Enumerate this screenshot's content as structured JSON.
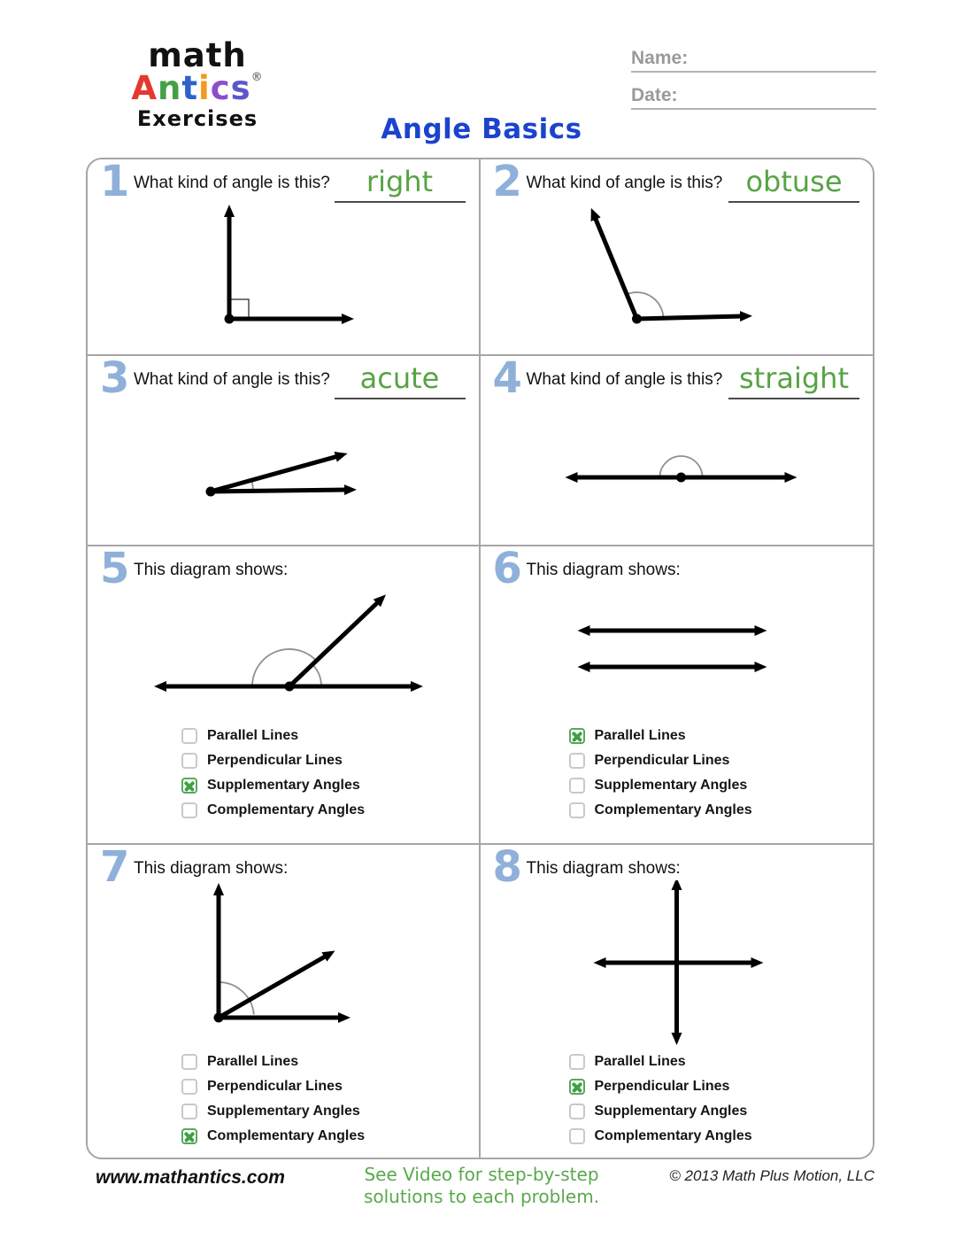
{
  "logo": {
    "word1": "math",
    "antics_letters": [
      "A",
      "n",
      "t",
      "i",
      "c",
      "s"
    ],
    "registered": "®",
    "subtitle": "Exercises"
  },
  "fields": {
    "name_label": "Name:",
    "date_label": "Date:"
  },
  "title": "Angle Basics",
  "questions": [
    {
      "number": "1",
      "prompt": "What kind of angle is this?",
      "answer": "right"
    },
    {
      "number": "2",
      "prompt": "What kind of angle is this?",
      "answer": "obtuse"
    },
    {
      "number": "3",
      "prompt": "What kind of angle is this?",
      "answer": "acute"
    },
    {
      "number": "4",
      "prompt": "What kind of angle is this?",
      "answer": "straight"
    },
    {
      "number": "5",
      "prompt": "This diagram shows:",
      "options": [
        {
          "label": "Parallel Lines",
          "checked": false
        },
        {
          "label": "Perpendicular Lines",
          "checked": false
        },
        {
          "label": "Supplementary Angles",
          "checked": true
        },
        {
          "label": "Complementary Angles",
          "checked": false
        }
      ]
    },
    {
      "number": "6",
      "prompt": "This diagram shows:",
      "options": [
        {
          "label": "Parallel Lines",
          "checked": true
        },
        {
          "label": "Perpendicular Lines",
          "checked": false
        },
        {
          "label": "Supplementary Angles",
          "checked": false
        },
        {
          "label": "Complementary Angles",
          "checked": false
        }
      ]
    },
    {
      "number": "7",
      "prompt": "This diagram shows:",
      "options": [
        {
          "label": "Parallel Lines",
          "checked": false
        },
        {
          "label": "Perpendicular Lines",
          "checked": false
        },
        {
          "label": "Supplementary Angles",
          "checked": false
        },
        {
          "label": "Complementary Angles",
          "checked": true
        }
      ]
    },
    {
      "number": "8",
      "prompt": "This diagram shows:",
      "options": [
        {
          "label": "Parallel Lines",
          "checked": false
        },
        {
          "label": "Perpendicular Lines",
          "checked": true
        },
        {
          "label": "Supplementary Angles",
          "checked": false
        },
        {
          "label": "Complementary Angles",
          "checked": false
        }
      ]
    }
  ],
  "icons": {
    "checkbox_mark": "x-mark"
  },
  "footer": {
    "website": "www.mathantics.com",
    "note_line1": "See Video for step-by-step",
    "note_line2": "solutions to each problem.",
    "copyright": "© 2013 Math Plus Motion, LLC"
  },
  "colors": {
    "number_blue": "#8fb0d8",
    "title_blue": "#1b43cf",
    "answer_green": "#57a345",
    "check_green": "#3fa044",
    "grid_gray": "#a6a6a6"
  }
}
